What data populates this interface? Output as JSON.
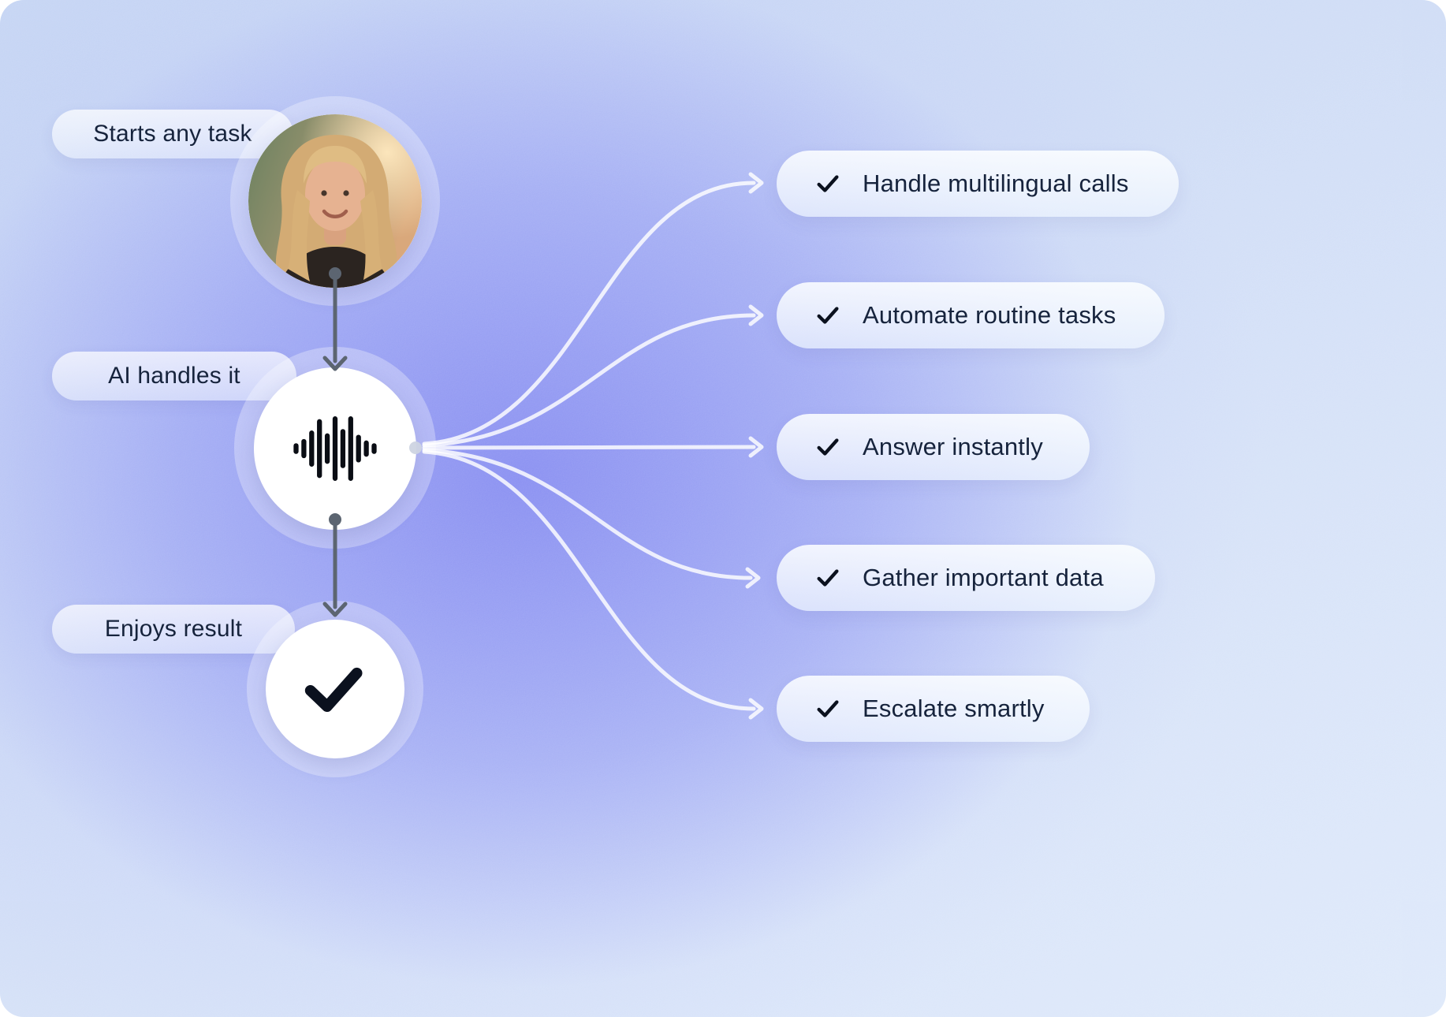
{
  "flow": {
    "steps": [
      {
        "id": "start",
        "label": "Starts any task",
        "icon": "avatar-photo"
      },
      {
        "id": "ai",
        "label": "AI handles it",
        "icon": "waveform-icon"
      },
      {
        "id": "result",
        "label": "Enjoys result",
        "icon": "check-icon"
      }
    ]
  },
  "features": [
    {
      "label": "Handle multilingual calls",
      "icon": "check-icon"
    },
    {
      "label": "Automate routine tasks",
      "icon": "check-icon"
    },
    {
      "label": "Answer instantly",
      "icon": "check-icon"
    },
    {
      "label": "Gather important data",
      "icon": "check-icon"
    },
    {
      "label": "Escalate smartly",
      "icon": "check-icon"
    }
  ],
  "colors": {
    "background_accent": "#8086f0",
    "background_edge": "#d6e2f8",
    "pill_background": "#f4f8ff",
    "text": "#16233c",
    "connector_light": "#ffffff",
    "connector_dark": "#5c6571"
  }
}
